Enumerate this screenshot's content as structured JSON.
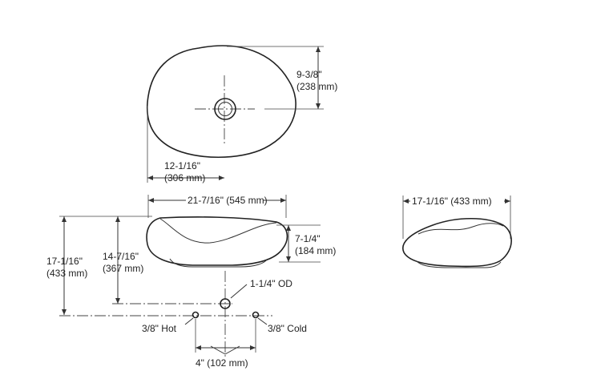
{
  "dimensions": {
    "top_depth_in": "9-3/8\"",
    "top_depth_mm": "(238 mm)",
    "top_center_in": "12-1/16\"",
    "top_center_mm": "(306 mm)",
    "front_width": "21-7/16\" (545 mm)",
    "side_width": "17-1/16\" (433 mm)",
    "basin_height_in": "7-1/4\"",
    "basin_height_mm": "(184 mm)",
    "overall_height_in": "17-1/16\"",
    "overall_height_mm": "(433 mm)",
    "drain_height_in": "14-7/16\"",
    "drain_height_mm": "(367 mm)",
    "drain_label": "1-1/4\" OD",
    "hot_label": "3/8\" Hot",
    "cold_label": "3/8\" Cold",
    "supply_spacing": "4\" (102 mm)"
  }
}
